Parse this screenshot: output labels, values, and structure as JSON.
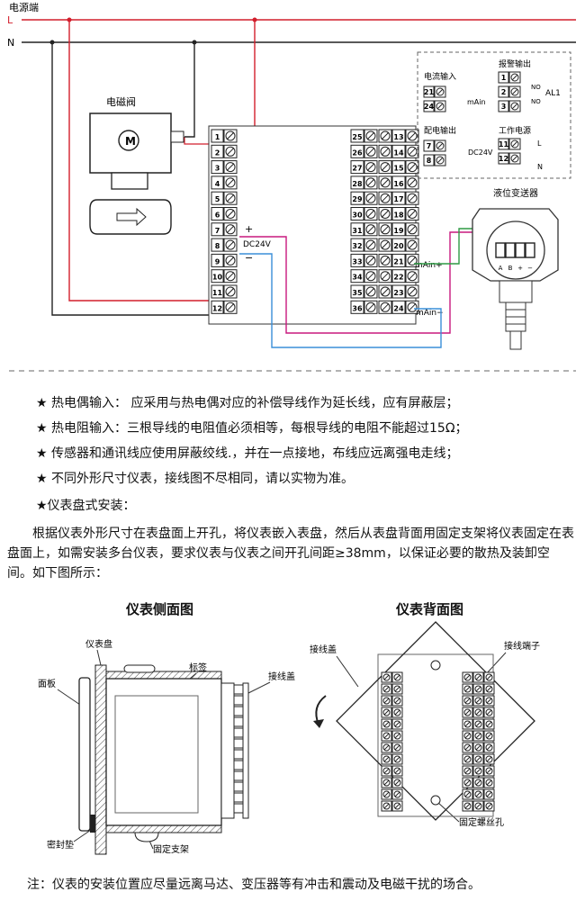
{
  "wiring": {
    "power_label": "电源端",
    "line_L": "L",
    "line_N": "N",
    "valve_label": "电磁阀",
    "valve_motor": "M",
    "left_terminals": [
      "1",
      "2",
      "3",
      "4",
      "5",
      "6",
      "7",
      "8",
      "9",
      "10",
      "11",
      "12"
    ],
    "right_terminals_a": [
      "25",
      "26",
      "27",
      "28",
      "29",
      "30",
      "31",
      "32",
      "33",
      "34",
      "35",
      "36"
    ],
    "right_terminals_b": [
      "13",
      "14",
      "15",
      "16",
      "17",
      "18",
      "19",
      "20",
      "21",
      "22",
      "23",
      "24"
    ],
    "plus": "+",
    "minus": "−",
    "dc24v": "DC24V",
    "mAin_plus": "mAin+",
    "mAin_minus": "mAin−",
    "transmitter_label": "液位变送器",
    "transmitter_terms": [
      "A",
      "B",
      "+",
      "−"
    ],
    "legend": {
      "current_input": "电流输入",
      "current_terms": [
        "21",
        "24"
      ],
      "mAin": "mAin",
      "alarm_output": "报警输出",
      "alarm_terms": [
        "1",
        "2",
        "3"
      ],
      "no1": "NO",
      "no2": "NO",
      "al1": "AL1",
      "power_dist": "配电输出",
      "dist_terms": [
        "7",
        "8"
      ],
      "dist_v": "DC24V",
      "work_power": "工作电源",
      "work_terms": [
        "11",
        "12"
      ],
      "work_L": "L",
      "work_N": "N"
    }
  },
  "notes": [
    {
      "star": "★",
      "text": " 热电偶输入： 应采用与热电偶对应的补偿导线作为延长线，应有屏蔽层；"
    },
    {
      "star": "★",
      "text": " 热电阻输入：三根导线的电阻值必须相等，每根导线的电阻不能超过15Ω；"
    },
    {
      "star": "★",
      "text": " 传感器和通讯线应使用屏蔽绞线.，并在一点接地，布线应远离强电走线；"
    },
    {
      "star": "★",
      "text": " 不同外形尺寸仪表，接线图不尽相同，请以实物为准。"
    }
  ],
  "install_title": "★仪表盘式安装：",
  "install_paragraph": "根据仪表外形尺寸在表盘面上开孔，将仪表嵌入表盘，然后从表盘背面用固定支架将仪表固定在表盘面上，如需安装多台仪表，要求仪表与仪表之间开孔间距≥38mm，以保证必要的散热及装卸空间。如下图所示：",
  "side_view": {
    "title": "仪表侧面图",
    "panel_board": "仪表盘",
    "label_tag": "标签",
    "face_panel": "面板",
    "wiring_cover": "接线盖",
    "seal_gasket": "密封垫",
    "fix_bracket": "固定支架"
  },
  "back_view": {
    "title": "仪表背面图",
    "wiring_cover": "接线盖",
    "terminals": "接线端子",
    "fix_screw_hole": "固定螺丝孔"
  },
  "footer": "注：仪表的安装位置应尽量远离马达、变压器等有冲击和震动及电磁干扰的场合。"
}
